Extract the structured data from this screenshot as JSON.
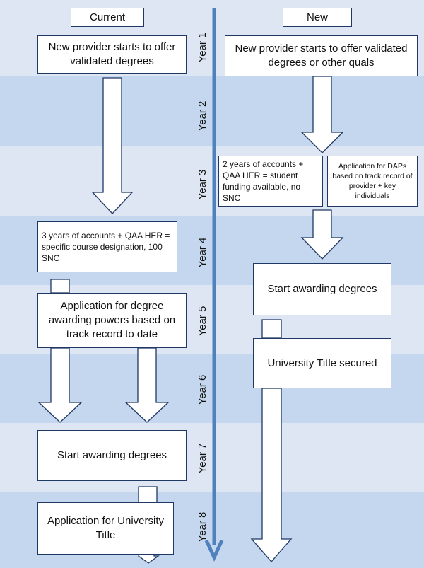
{
  "headers": {
    "current": "Current",
    "new": "New"
  },
  "years": [
    "Year 1",
    "Year 2",
    "Year 3",
    "Year 4",
    "Year 5",
    "Year 6",
    "Year 7",
    "Year 8"
  ],
  "current": {
    "start": "New provider starts to offer validated degrees",
    "accounts": "3 years of accounts + QAA HER = specific course designation, 100 SNC",
    "dap_application": "Application for degree awarding powers based on track record to date",
    "awarding": "Start awarding degrees",
    "university_application": "Application for University Title"
  },
  "new": {
    "start": "New provider starts to offer validated degrees or other quals",
    "accounts": "2 years of accounts + QAA HER = student funding available, no SNC",
    "dap_application": "Application for DAPs based on track record of provider + key individuals",
    "awarding": "Start awarding degrees",
    "university_title": "University Title secured"
  },
  "colors": {
    "band_light": "#dde6f2",
    "band_dark": "#c5d7ee",
    "timeline": "#4f81bd",
    "border": "#1f3864"
  }
}
